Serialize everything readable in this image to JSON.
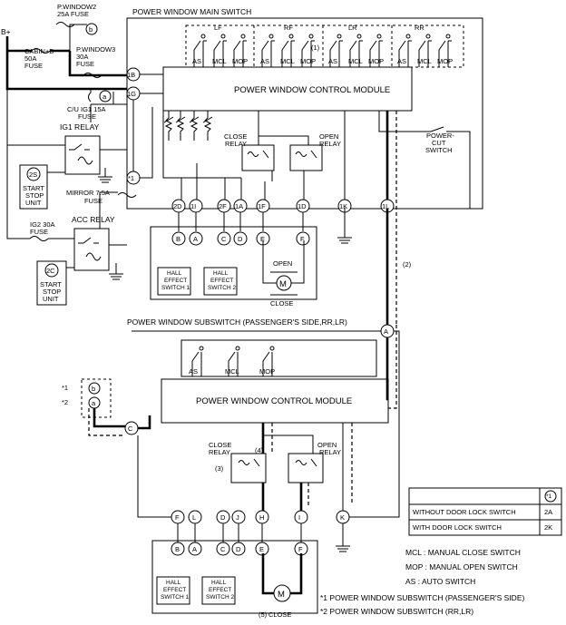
{
  "fuses": {
    "pwindow2": [
      "P.WINDOW2",
      "25A FUSE"
    ],
    "cabin": [
      "CABIN+B",
      "50A",
      "FUSE"
    ],
    "pwindow3": [
      "P.WINDOW3",
      "30A",
      "FUSE"
    ],
    "cuig1": [
      "C/U IG1 15A",
      "FUSE"
    ],
    "mirror": [
      "MIRROR 7.5A",
      "FUSE"
    ],
    "ig2": [
      "IG2 30A",
      "FUSE"
    ]
  },
  "battery": "B+",
  "relays": {
    "ig1": "IG1 RELAY",
    "acc": "ACC RELAY"
  },
  "start_stop": {
    "id_a": "2S",
    "id_b": "2C",
    "lines": [
      "START",
      "STOP",
      "UNIT"
    ]
  },
  "main_switch": {
    "title": "POWER WINDOW MAIN SWITCH",
    "module": "POWER WINDOW CONTROL MODULE",
    "groups": [
      "LF",
      "RF",
      "LR",
      "RR"
    ],
    "switch_labels": [
      "AS",
      "MCL",
      "MOP"
    ],
    "close_relay": [
      "CLOSE",
      "RELAY"
    ],
    "open_relay": [
      "OPEN",
      "RELAY"
    ],
    "power_cut": [
      "POWER-",
      "CUT",
      "SWITCH"
    ],
    "callout_1": "(1)",
    "callout_2": "(2)",
    "connectors": [
      "2D",
      "1I",
      "2F",
      "1A",
      "1F",
      "1D",
      "1K",
      "1L"
    ],
    "side_connectors": [
      "1B",
      "1G",
      "*1"
    ],
    "harness_pins": [
      "B",
      "A",
      "C",
      "D",
      "E",
      "F"
    ],
    "hall1": [
      "HALL",
      "EFFECT",
      "SWITCH 1"
    ],
    "hall2": [
      "HALL",
      "EFFECT",
      "SWITCH 2"
    ],
    "open_label": "OPEN",
    "close_label": "CLOSE",
    "motor": "M"
  },
  "sub_switch": {
    "title": "POWER WINDOW SUBSWITCH (PASSENGER'S SIDE,RR,LR)",
    "module": "POWER WINDOW CONTROL MODULE",
    "switch_labels": [
      "AS",
      "MCL",
      "MOP"
    ],
    "close_relay": [
      "CLOSE",
      "RELAY"
    ],
    "open_relay": [
      "OPEN",
      "RELAY"
    ],
    "callout_3": "(3)",
    "callout_4": "(4)",
    "callout_5": "(5)",
    "connectors": [
      "F",
      "L",
      "D",
      "J",
      "H",
      "I",
      "K"
    ],
    "connector_a": "A",
    "connector_c": "C",
    "harness_pins": [
      "B",
      "A",
      "C",
      "D",
      "E",
      "F"
    ],
    "hall1": [
      "HALL",
      "EFFECT",
      "SWITCH 1"
    ],
    "hall2": [
      "HALL",
      "EFFECT",
      "SWITCH 2"
    ],
    "close_label": "CLOSE",
    "motor": "M",
    "ref_star1": "*1",
    "ref_star2": "*2",
    "ref_b": "b",
    "ref_a": "a"
  },
  "table": {
    "header": "*1",
    "rows": [
      {
        "label": "WITHOUT DOOR LOCK SWITCH",
        "value": "2A"
      },
      {
        "label": "WITH DOOR LOCK SWITCH",
        "value": "2K"
      }
    ]
  },
  "legend": [
    "MCL : MANUAL CLOSE SWITCH",
    "MOP : MANUAL OPEN SWITCH",
    "AS : AUTO SWITCH"
  ],
  "footnotes": [
    "*1 POWER WINDOW SUBSWITCH (PASSENGER'S SIDE)",
    "*2 POWER WINDOW SUBSWITCH (RR,LR)"
  ]
}
